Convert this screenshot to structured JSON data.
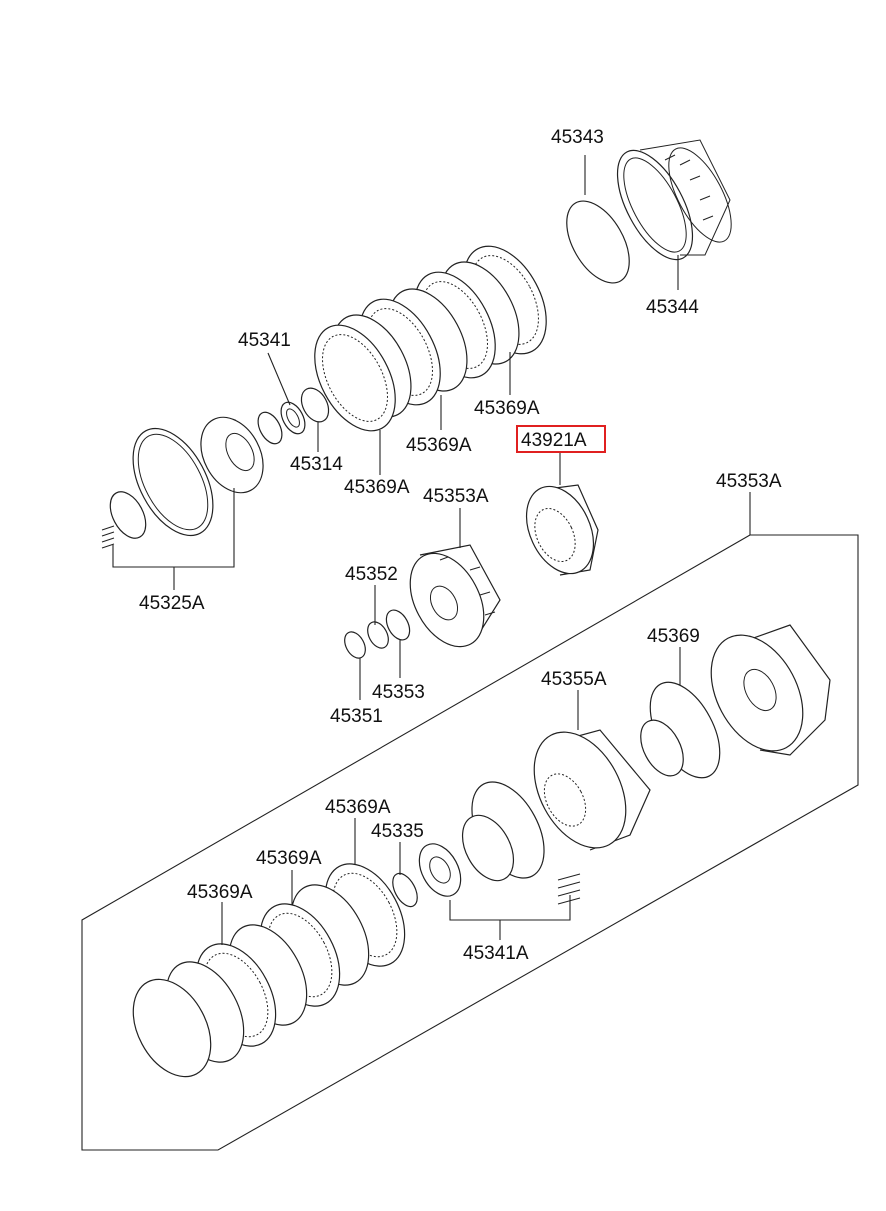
{
  "labels": {
    "p45343": "45343",
    "p45344": "45344",
    "p45341": "45341",
    "p45314": "45314",
    "p45369A_1": "45369A",
    "p45369A_2": "45369A",
    "p45369A_3": "45369A",
    "p43921A": "43921A",
    "p45353A_1": "45353A",
    "p45353A_2": "45353A",
    "p45325A": "45325A",
    "p45352": "45352",
    "p45353": "45353",
    "p45351": "45351",
    "p45369": "45369",
    "p45355A": "45355A",
    "p45369A_4": "45369A",
    "p45335": "45335",
    "p45369A_5": "45369A",
    "p45369A_6": "45369A",
    "p45341A": "45341A"
  },
  "highlight": {
    "part": "43921A",
    "color": "#e02020"
  }
}
